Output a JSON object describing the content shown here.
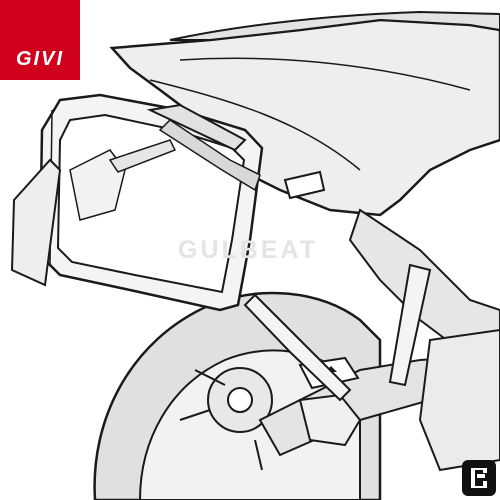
{
  "brand": {
    "logo_text": "GIVI",
    "logo_color": "#d0021b"
  },
  "watermark": {
    "text": "GULBEAT"
  },
  "illustration": {
    "subject": "side-case-holder-on-motorcycle-rear",
    "colors": {
      "outline": "#1a1a1a",
      "bike_fill": "#eeeeee",
      "bike_shade": "#d8d8d8",
      "frame_fill": "#f4f4f4",
      "background": "#ffffff"
    }
  },
  "corner_badge": {
    "icon": "retailer-badge-icon"
  }
}
